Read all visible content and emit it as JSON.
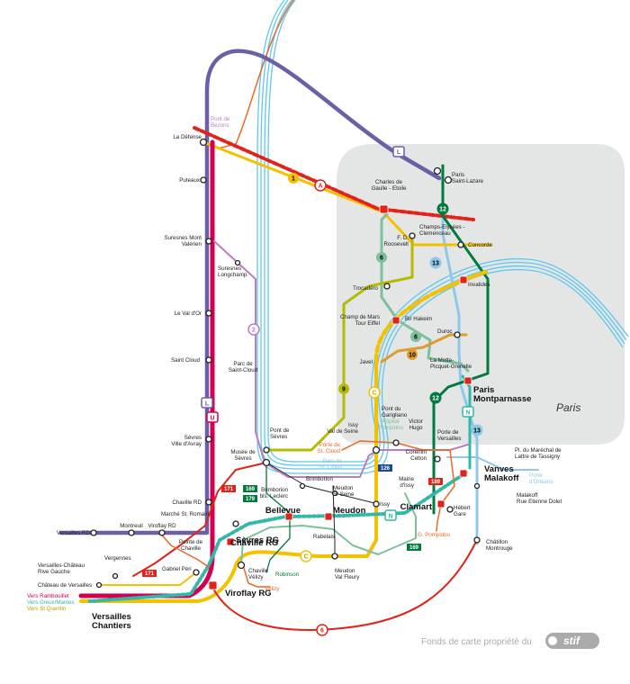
{
  "region": "Paris",
  "credit": "Fonds de carte propriété du",
  "brand": "stif",
  "colors": {
    "rerA": "#e2231a",
    "rerC": "#f3c100",
    "line1": "#f3c100",
    "transilienL": "#6b60a8",
    "transilienN": "#33b8a8",
    "transilienU": "#d3004f",
    "line6": "#7ec09b",
    "line9": "#b5ba05",
    "line10": "#dd9c2b",
    "line12": "#007a3d",
    "line13": "#8dc8e8",
    "tram2": "#c07bc0",
    "tram6": "#e2231a",
    "seine": "#5fc8ef",
    "parisZone": "#e4e5e5",
    "bus": "#e86a24"
  },
  "line_labels": {
    "l1": "1",
    "rerA": "A",
    "L": "L",
    "U": "U",
    "N": "N",
    "l6": "6",
    "l9": "9",
    "l10": "10",
    "l12": "12",
    "l13": "13",
    "rerC": "C",
    "t2": "2",
    "t6": "6",
    "b171": "171",
    "b169": "169",
    "b179": "179",
    "b126": "126",
    "b189": "189"
  },
  "stations": {
    "pont_bezons": "Pont de\nBezons",
    "la_defense": "La Défense",
    "puteaux": "Puteaux",
    "charles_de_gaulle": "Charles de\nGaulle - Etoile",
    "saint_lazare": "Paris\nSaint-Lazare",
    "champs_elysees": "Champs-Elysées -\nClemenceau",
    "fd_roosevelt": "F. D.\nRoosevelt",
    "concorde": "Concorde",
    "suresnes_mont_valerien": "Suresnes Mont\nValérien",
    "suresnes_longchamp": "Suresnes\nLongchamp",
    "trocadero": "Trocadéro",
    "invalides": "Invalides",
    "le_val_dor": "Le Val d'Or",
    "champ_de_mars": "Champ de Mars\nTour Eiffel",
    "bir_hakeim": "Bir Hakeim",
    "duroc": "Duroc",
    "saint_cloud": "Saint Cloud",
    "parc_saint_cloud": "Parc de\nSaint-Cloud",
    "javel": "Javel",
    "la_motte": "La Motte-\nPicquet-Grenelle",
    "paris_montparnasse": "Paris\nMontparnasse",
    "sevres_ville_davray": "Sèvres\nVille d'Avray",
    "pont_garigliano": "Pont du\nGarigliano",
    "issy_val_seine": "Issy\nVal de Seine",
    "victor_hugo": "Victor\nHugo",
    "hopital_pompidou": "Hôpital\nPompidou",
    "porte_versailles": "Porte de\nVersailles",
    "pont_sevres": "Pont de\nSèvres",
    "musee_sevres": "Musée de\nSèvres",
    "porte_st_cloud": "Porte de\nSt. Cloud",
    "parc_st_cloud_t": "Parc de\nSt. Cloud",
    "corentin_celton": "Corentin\nCelton",
    "pl_marechal": "Pl. du Maréchal de\nLattre de Tassigny",
    "vanves_malakoff": "Vanves\nMalakoff",
    "porte_orleans": "Porte\nd'Orléans",
    "chaville_rd": "Chaville RD",
    "brimborion": "Brimborion",
    "brimborion_leclerc": "Brimborion\nbls. Leclerc",
    "meudon_seine": "Meudon\nS/ Seine",
    "mairie_issy": "Mairie\nd'Issy",
    "malakoff_dolet": "Malakoff\nRue Etienne Dolet",
    "marche_st_romain": "Marché St. Romain",
    "versailles_rd": "Versailles RD",
    "montreuil": "Montreuil",
    "viroflay_rd": "Viroflay RD",
    "bellevue": "Bellevue",
    "meudon": "Meudon",
    "issy": "Issy",
    "clamart": "Clamart",
    "hebert_gare": "Hébert\nGare",
    "pointe_chaville": "Pointe de\nChaville",
    "sevres_rg": "Sèvres RG",
    "chaville_rg": "Chaville RG",
    "rabelais": "Rabelais",
    "g_pompidou": "G. Pompidou",
    "chatillon_montrouge": "Châtillon\nMontrouge",
    "versailles_chateau_rg": "Versailles-Château\nRive Gauche",
    "vergennes": "Vergennes",
    "chateau_versailles": "Château de Versailles",
    "gabriel_peri": "Gabriel Péri",
    "chaville_velizy": "Chaville\nVélizy",
    "robinson": "Robinson",
    "velizy": "Vélizy",
    "meudon_val_fleury": "Meudon\nVal Fleury",
    "viroflay_rg": "Viroflay RG",
    "vers_rambouillet": "Vers Rambouillet",
    "vers_dreux": "Vers Dreux/Mantes",
    "vers_st_quentin": "Vers St Quentin",
    "versailles_chantiers": "Versailles\nChantiers"
  }
}
